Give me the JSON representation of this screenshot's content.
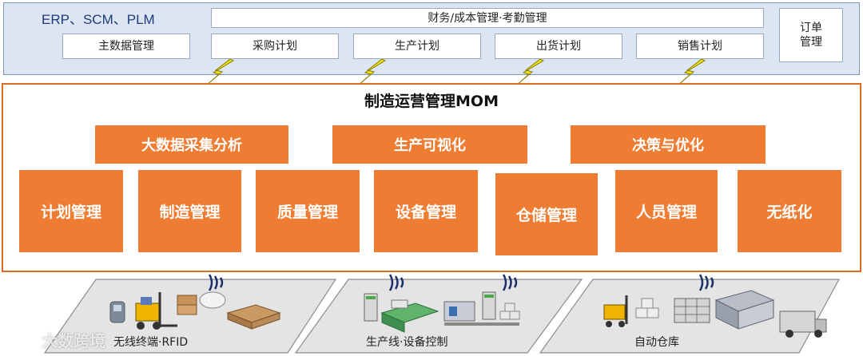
{
  "top": {
    "label": "ERP、SCM、PLM",
    "finance_bar": "财务/成本管理·考勤管理",
    "master_data": "主数据管理",
    "plans": [
      "采购计划",
      "生产计划",
      "出货计划",
      "销售计划"
    ],
    "order_line1": "订单",
    "order_line2": "管理"
  },
  "mom": {
    "title": "制造运营管理MOM",
    "sub_functions": [
      "大数据采集分析",
      "生产可视化",
      "决策与优化"
    ],
    "modules": [
      "计划管理",
      "制造管理",
      "质量管理",
      "设备管理",
      "仓储管理",
      "人员管理",
      "无纸化"
    ]
  },
  "floor": {
    "areas": [
      "无线终端·RFID",
      "生产线·设备控制",
      "自动仓库"
    ]
  },
  "watermark": "大数跨境",
  "colors": {
    "orange": "#ee7d33",
    "orange_border": "#e06c22",
    "top_panel": "#dce6f2",
    "lightning": "#f2e21a"
  }
}
